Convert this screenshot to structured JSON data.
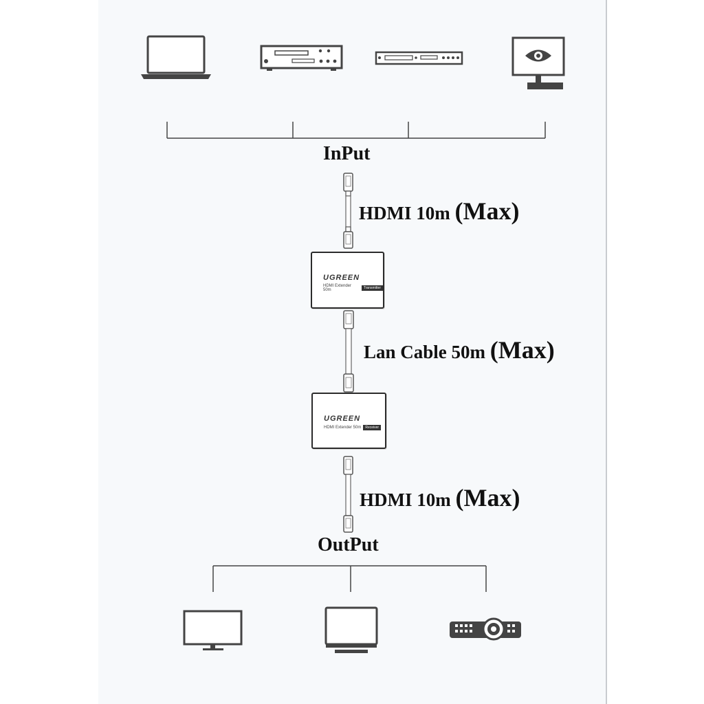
{
  "labels": {
    "input": "InPut",
    "output": "OutPut"
  },
  "links": [
    {
      "text": "HDMI 10m",
      "max": "(Max)"
    },
    {
      "text": "Lan Cable 50m",
      "max": "(Max)"
    },
    {
      "text": "HDMI 10m",
      "max": "(Max)"
    }
  ],
  "extenders": [
    {
      "brand": "UGREEN",
      "model": "HDMI Extender 50m",
      "tag": "Transmitter"
    },
    {
      "brand": "UGREEN",
      "model": "HDMI Extender 50m",
      "tag": "Receiver"
    }
  ],
  "icons": {
    "inputs": [
      "laptop-icon",
      "dvd-player-icon",
      "set-top-box-icon",
      "monitor-eye-icon"
    ],
    "outputs": [
      "monitor-icon",
      "monitor-icon",
      "projector-icon"
    ]
  },
  "colors": {
    "stroke": "#3a3a3a",
    "panel": "#f7f9fb"
  }
}
